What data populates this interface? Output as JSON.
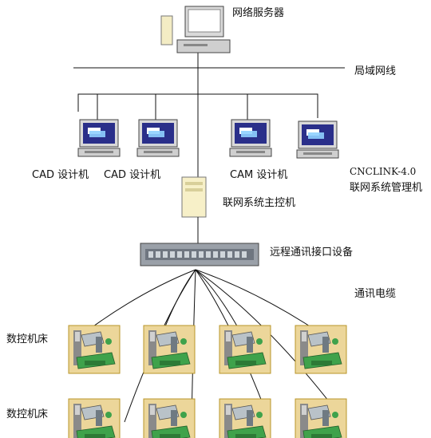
{
  "labels": {
    "server": "网络服务器",
    "lan": "局域网线",
    "cad1": "CAD 设计机",
    "cad2": "CAD 设计机",
    "cam": "CAM 设计机",
    "cnclink_line1": "CNCLINK-4.0",
    "cnclink_line2": "联网系统管理机",
    "host": "联网系统主控机",
    "remote": "远程通讯接口设备",
    "cable": "通讯电缆",
    "cnc_row1": "数控机床",
    "cnc_row2": "数控机床"
  },
  "colors": {
    "line": "#111111",
    "monitor_screen": "#2a2f8a",
    "monitor_body": "#d9d9d9",
    "tower": "#f7f0c8",
    "switch": "#9aa0a8",
    "machine_bg": "#ecd69a",
    "machine_green": "#3fa24b"
  },
  "icons": {
    "server": "desktop-computer-icon",
    "workstation": "workstation-computer-icon",
    "host": "tower-server-icon",
    "remote": "network-switch-icon",
    "machine": "cnc-machine-icon"
  }
}
